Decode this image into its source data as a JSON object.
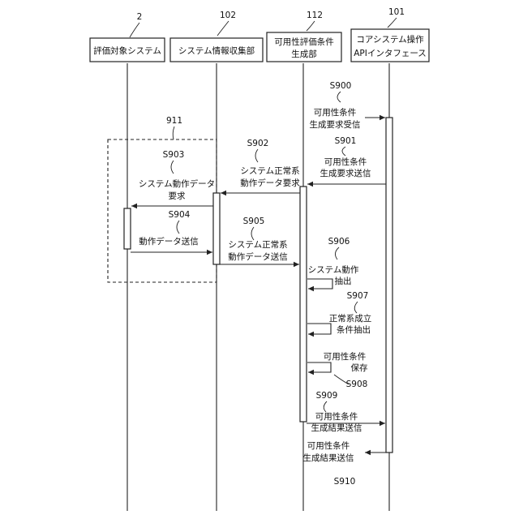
{
  "participants": [
    {
      "ref": "2",
      "name": "評価対象システム"
    },
    {
      "ref": "102",
      "name": "システム情報収集部"
    },
    {
      "ref": "112",
      "name_line1": "可用性評価条件",
      "name_line2": "生成部"
    },
    {
      "ref": "101",
      "name_line1": "コアシステム操作",
      "name_line2": "APIインタフェース"
    }
  ],
  "group_ref": "911",
  "steps": {
    "s900": {
      "id": "S900",
      "line1": "可用性条件",
      "line2": "生成要求受信"
    },
    "s901": {
      "id": "S901",
      "line1": "可用性条件",
      "line2": "生成要求送信"
    },
    "s902": {
      "id": "S902",
      "line1": "システム正常系",
      "line2": "動作データ要求"
    },
    "s903": {
      "id": "S903",
      "line1": "システム動作データ",
      "line2": "要求"
    },
    "s904": {
      "id": "S904",
      "line1": "動作データ送信"
    },
    "s905": {
      "id": "S905",
      "line1": "システム正常系",
      "line2": "動作データ送信"
    },
    "s906": {
      "id": "S906",
      "line1": "システム動作",
      "line2": "抽出"
    },
    "s907": {
      "id": "S907",
      "line1": "正常系成立",
      "line2": "条件抽出"
    },
    "s908": {
      "id": "S908",
      "line1": "可用性条件",
      "line2": "保存"
    },
    "s909": {
      "id": "S909",
      "line1": "可用性条件",
      "line2": "生成結果送信"
    },
    "s910": {
      "id": "S910",
      "line1": "可用性条件",
      "line2": "生成結果送信"
    }
  }
}
